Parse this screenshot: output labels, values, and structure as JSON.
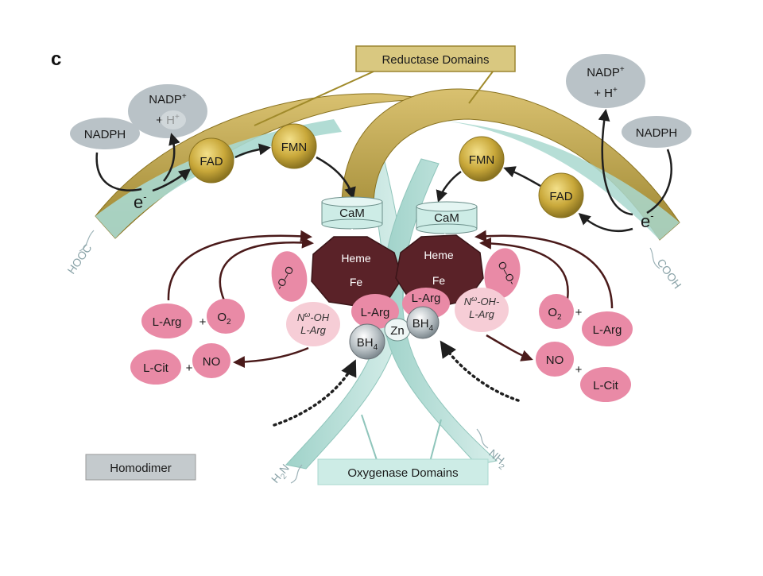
{
  "panel_letter": "c",
  "labels": {
    "reductase_domains": "Reductase Domains",
    "oxygenase_domains": "Oxygenase Domains",
    "homodimer": "Homodimer",
    "hooc": "HOOC",
    "cooh": "COOH",
    "h2n": "H",
    "h2n_sub": "2",
    "h2n_tail": "N",
    "nh2": "NH",
    "nh2_sub": "2"
  },
  "left": {
    "nadph": "NADPH",
    "nadp": "NADP",
    "nadp_sup": "+",
    "plus_h": "+ H",
    "h_sup": "+",
    "electron": "e",
    "electron_sup": "-",
    "fad": "FAD",
    "fmn": "FMN",
    "cam": "CaM",
    "heme": "Heme",
    "fe": "Fe",
    "superoxo": "-O–O",
    "nohla_1": "N",
    "nohla_sup": "ω",
    "nohla_1b": "-OH",
    "nohla_2": "L-Arg",
    "larg_bound": "L-Arg",
    "bh4": "BH",
    "bh4_sub": "4",
    "larg": "L-Arg",
    "plus1": "+",
    "o2": "O",
    "o2_sub": "2",
    "lcit": "L-Cit",
    "plus2": "+",
    "no": "NO"
  },
  "right": {
    "nadph": "NADPH",
    "nadp": "NADP",
    "nadp_sup": "+",
    "plus_h": "+ H",
    "h_sup": "+",
    "electron": "e",
    "electron_sup": "-",
    "fad": "FAD",
    "fmn": "FMN",
    "cam": "CaM",
    "heme": "Heme",
    "fe": "Fe",
    "superoxo": "O–O-",
    "nohla_1": "N",
    "nohla_sup": "ω",
    "nohla_1b": "-OH-",
    "nohla_2": "L-Arg",
    "larg_bound": "L-Arg",
    "bh4": "BH",
    "bh4_sub": "4",
    "larg": "L-Arg",
    "plus1": "+",
    "o2": "O",
    "o2_sub": "2",
    "lcit": "L-Cit",
    "plus2": "+",
    "no": "NO"
  },
  "zn": "Zn",
  "colors": {
    "reductase": "#b8a040",
    "oxygenase": "#b6ddd6",
    "heme": "#5a2228",
    "pink": "#e98aa6",
    "pale_pink": "#f6cdd6",
    "fad_gold": "#c4a434",
    "gray": "#b9c2c7",
    "arrow_dark": "#4a1a1a"
  }
}
